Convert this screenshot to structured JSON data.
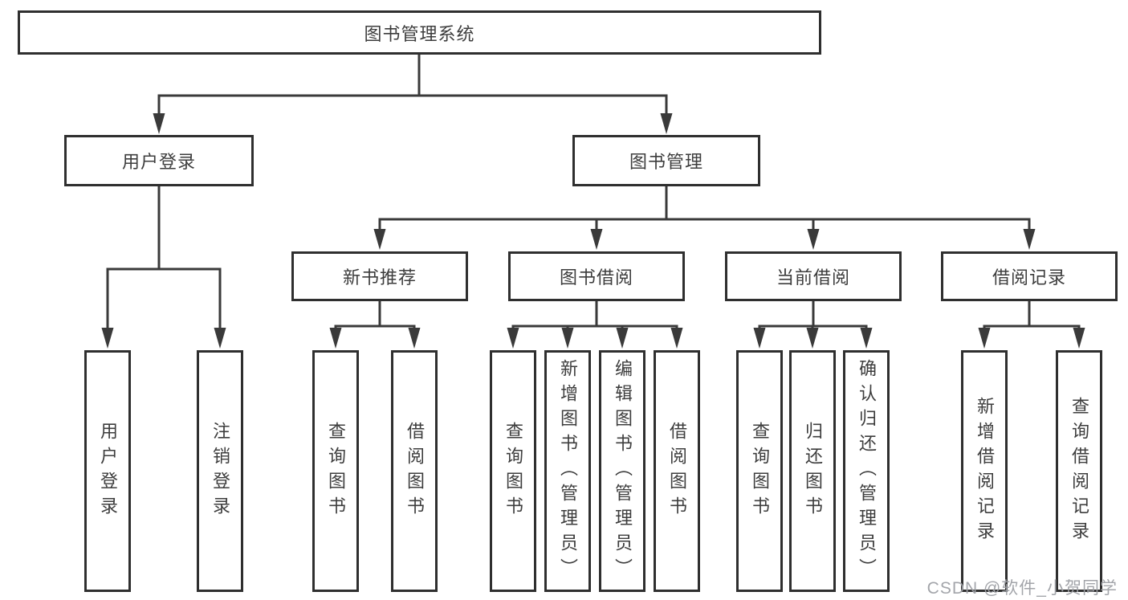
{
  "colors": {
    "line": "#3a3a3a",
    "box_border": "#2f2f2f",
    "text": "#3d3d3d",
    "watermark": "#9ea0a5",
    "background": "#ffffff"
  },
  "watermark": {
    "text": "CSDN @软件_小贺同学"
  },
  "tree": {
    "label": "图书管理系统",
    "children": [
      {
        "label": "用户登录",
        "children": [
          {
            "label": "用户登录"
          },
          {
            "label": "注销登录"
          }
        ]
      },
      {
        "label": "图书管理",
        "children": [
          {
            "label": "新书推荐",
            "children": [
              {
                "label": "查询图书"
              },
              {
                "label": "借阅图书"
              }
            ]
          },
          {
            "label": "图书借阅",
            "children": [
              {
                "label": "查询图书"
              },
              {
                "label": "新增图书（管理员）"
              },
              {
                "label": "编辑图书（管理员）"
              },
              {
                "label": "借阅图书"
              }
            ]
          },
          {
            "label": "当前借阅",
            "children": [
              {
                "label": "查询图书"
              },
              {
                "label": "归还图书"
              },
              {
                "label": "确认归还（管理员）"
              }
            ]
          },
          {
            "label": "借阅记录",
            "children": [
              {
                "label": "新增借阅记录"
              },
              {
                "label": "查询借阅记录"
              }
            ]
          }
        ]
      }
    ]
  }
}
